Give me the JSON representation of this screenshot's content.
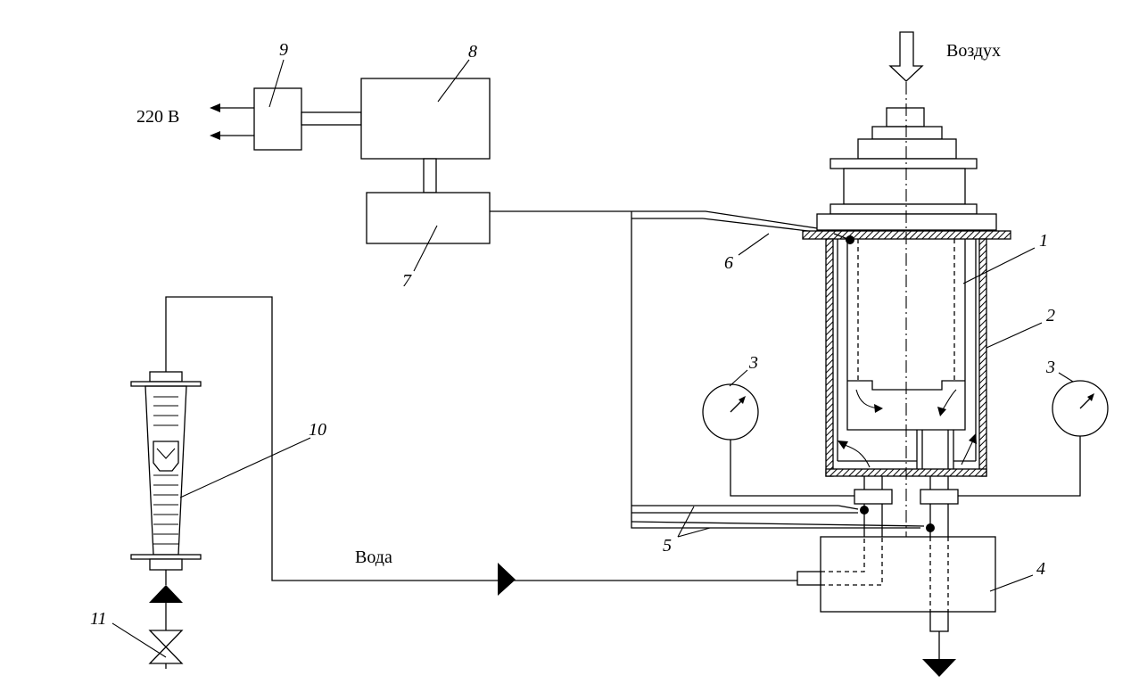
{
  "labels": {
    "air": "Воздух",
    "water": "Вода",
    "voltage": "220 В"
  },
  "callouts": {
    "n1": "1",
    "n2": "2",
    "n3_left": "3",
    "n3_right": "3",
    "n4": "4",
    "n5": "5",
    "n6": "6",
    "n7": "7",
    "n8": "8",
    "n9": "9",
    "n10": "10",
    "n11": "11"
  }
}
